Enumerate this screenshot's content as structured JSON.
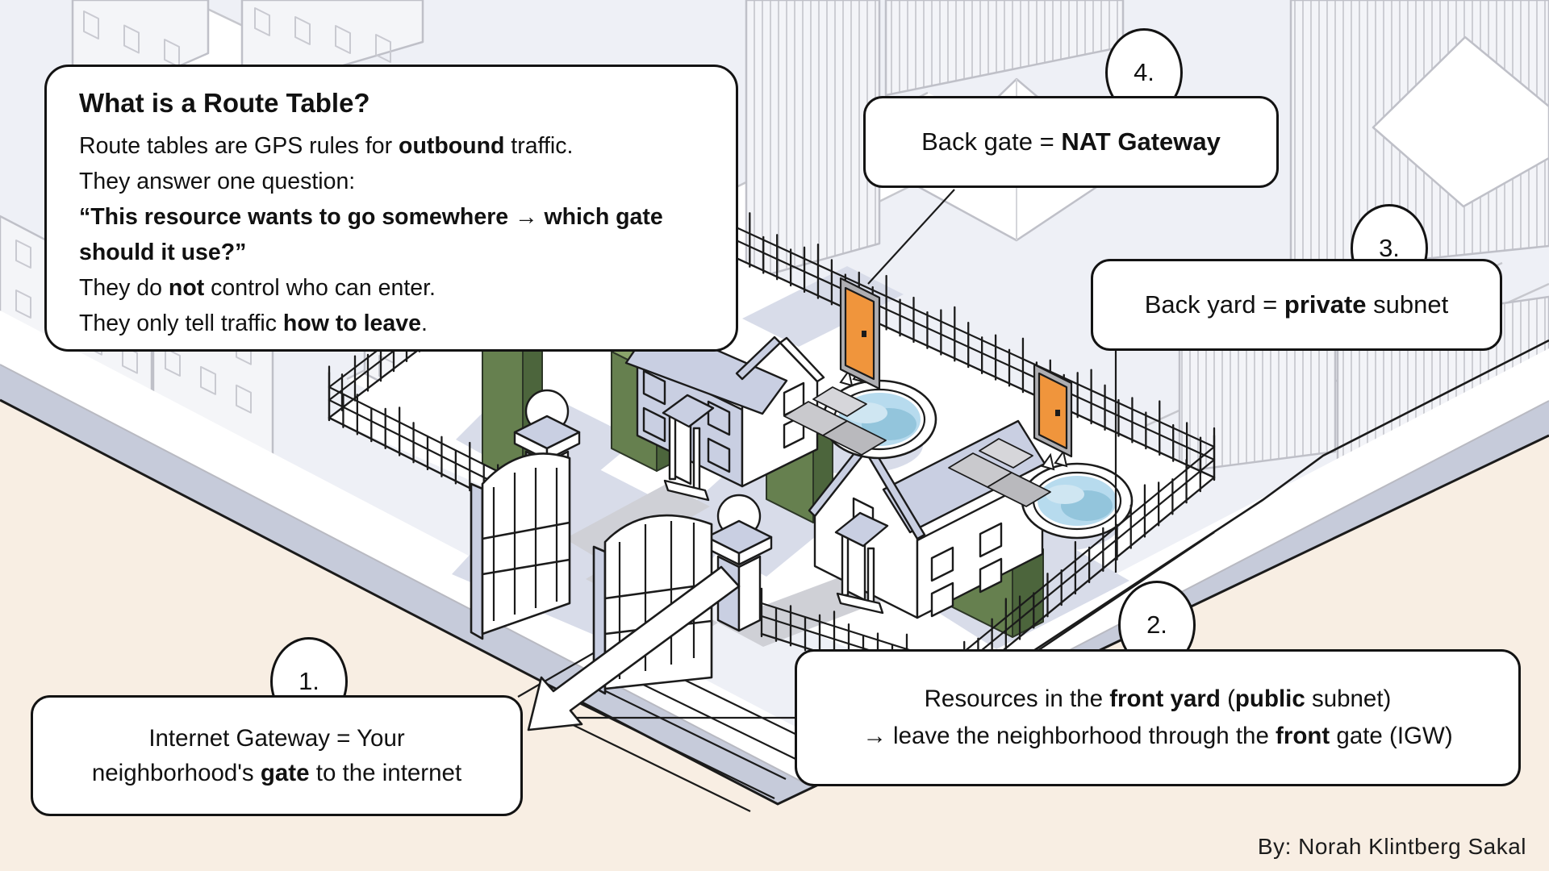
{
  "info_card": {
    "title": "What is a Route Table?",
    "lines": [
      [
        {
          "t": "Route tables are GPS rules for "
        },
        {
          "t": "outbound",
          "b": true
        },
        {
          "t": " traffic."
        }
      ],
      [
        {
          "t": "They answer one question:"
        }
      ],
      [
        {
          "t": "“This resource wants to go somewhere → which gate",
          "b": true
        }
      ],
      [
        {
          "t": "should it use?”",
          "b": true
        }
      ],
      [
        {
          "t": "They do "
        },
        {
          "t": "not",
          "b": true
        },
        {
          "t": " control who can enter."
        }
      ],
      [
        {
          "t": "They only tell traffic "
        },
        {
          "t": "how to leave",
          "b": true
        },
        {
          "t": "."
        }
      ]
    ]
  },
  "callouts": [
    {
      "number": "1.",
      "lines": [
        [
          {
            "t": "Internet Gateway = Your"
          }
        ],
        [
          {
            "t": "neighborhood's "
          },
          {
            "t": "gate",
            "b": true
          },
          {
            "t": " to the internet"
          }
        ]
      ]
    },
    {
      "number": "2.",
      "lines": [
        [
          {
            "t": "Resources in the "
          },
          {
            "t": "front yard",
            "b": true
          },
          {
            "t": " ("
          },
          {
            "t": "public",
            "b": true
          },
          {
            "t": " subnet)"
          }
        ],
        [
          {
            "t": "→ leave the neighborhood through the "
          },
          {
            "t": "front",
            "b": true
          },
          {
            "t": " gate (IGW)"
          }
        ]
      ]
    },
    {
      "number": "3.",
      "lines": [
        [
          {
            "t": "Back yard = "
          },
          {
            "t": "private",
            "b": true
          },
          {
            "t": " subnet"
          }
        ]
      ]
    },
    {
      "number": "4.",
      "lines": [
        [
          {
            "t": "Back gate = "
          },
          {
            "t": "NAT Gateway",
            "b": true
          }
        ]
      ]
    }
  ],
  "credit": "By: Norah Klintberg Sakal",
  "palette": {
    "cream": "#f8eee3",
    "street_band": "#c6cbda",
    "roof_wall": "#c9cfe2",
    "shadow": "#d8dce9",
    "ground": "#eef0f6",
    "sketch_line": "#c3c4cb",
    "outline": "#1b1b1b",
    "hedge_top": "#8aa46b",
    "hedge_front": "#66804f",
    "hedge_side": "#4c653c",
    "pool_water": "#b7dbee",
    "pool_water_shade": "#93c5dc",
    "door_orange": "#f0953c",
    "path_gray": "#cfd0d6",
    "tile_gray": "#bfc0c5"
  }
}
